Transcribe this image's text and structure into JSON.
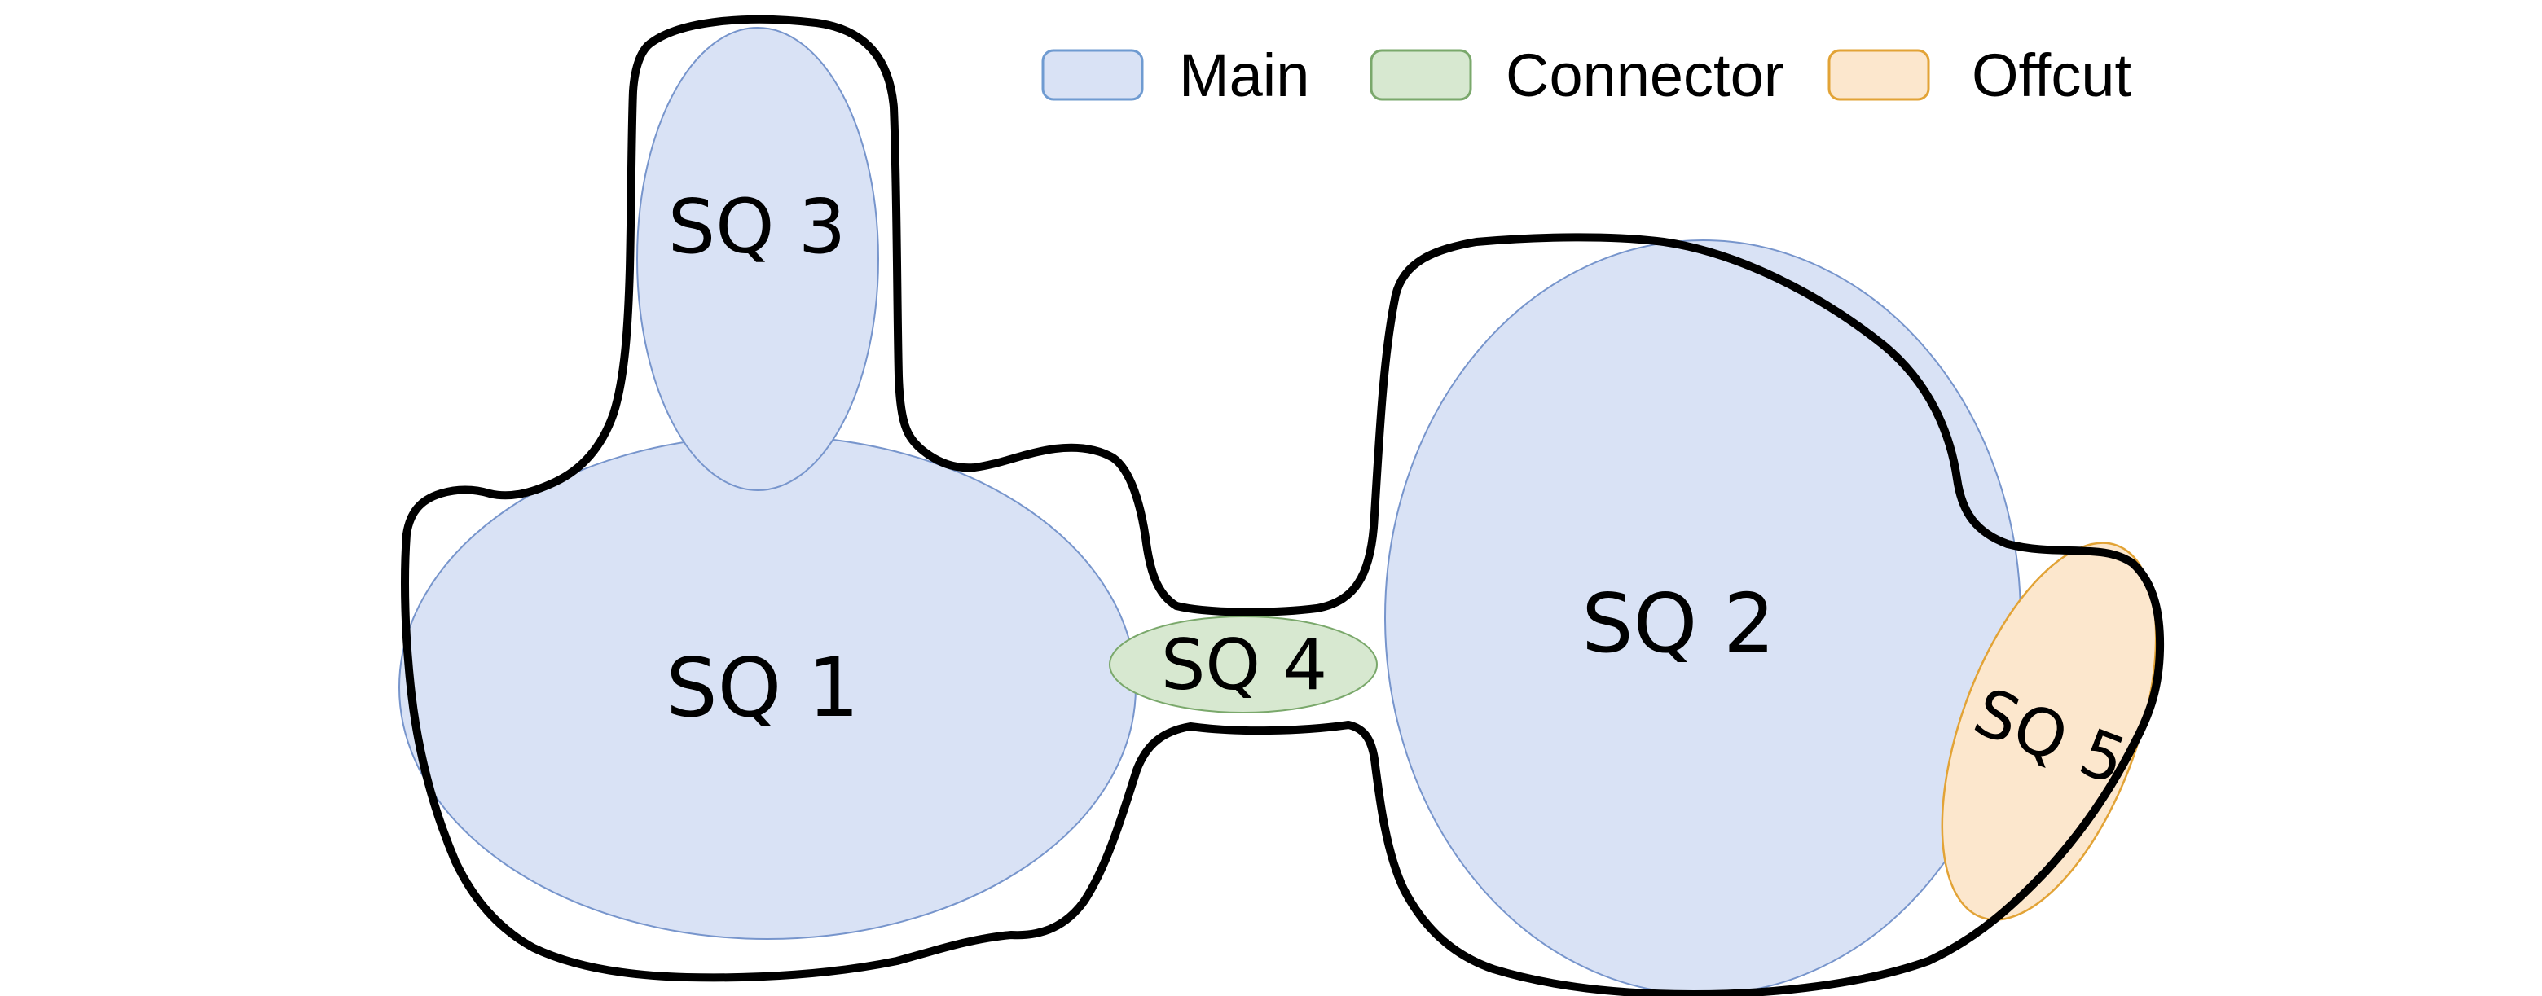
{
  "canvas": {
    "background": "#ffffff",
    "outline_color": "#000000"
  },
  "legend": {
    "items": [
      {
        "label": "Main",
        "fill": "#d9e2f5",
        "stroke": "#6f9bd1"
      },
      {
        "label": "Connector",
        "fill": "#d7e8d0",
        "stroke": "#7aa86b"
      },
      {
        "label": "Offcut",
        "fill": "#fce7cd",
        "stroke": "#e2a336"
      }
    ]
  },
  "shapes": [
    {
      "id": "sq1",
      "label": "SQ 1",
      "category": "Main",
      "fill": "#d9e2f5",
      "stroke": "#7795cc"
    },
    {
      "id": "sq2",
      "label": "SQ 2",
      "category": "Main",
      "fill": "#d9e2f5",
      "stroke": "#7795cc"
    },
    {
      "id": "sq3",
      "label": "SQ 3",
      "category": "Main",
      "fill": "#d9e2f5",
      "stroke": "#7795cc"
    },
    {
      "id": "sq4",
      "label": "SQ 4",
      "category": "Connector",
      "fill": "#d7e8d0",
      "stroke": "#7aa86b"
    },
    {
      "id": "sq5",
      "label": "SQ 5",
      "category": "Offcut",
      "fill": "#fce7cd",
      "stroke": "#e2a336"
    }
  ]
}
